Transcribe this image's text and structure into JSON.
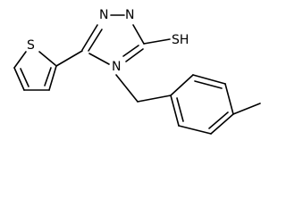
{
  "structure": {
    "atoms": {
      "n1": "N",
      "n2": "N",
      "n4": "N",
      "thiol": "SH",
      "thiophene_s": "S"
    }
  }
}
